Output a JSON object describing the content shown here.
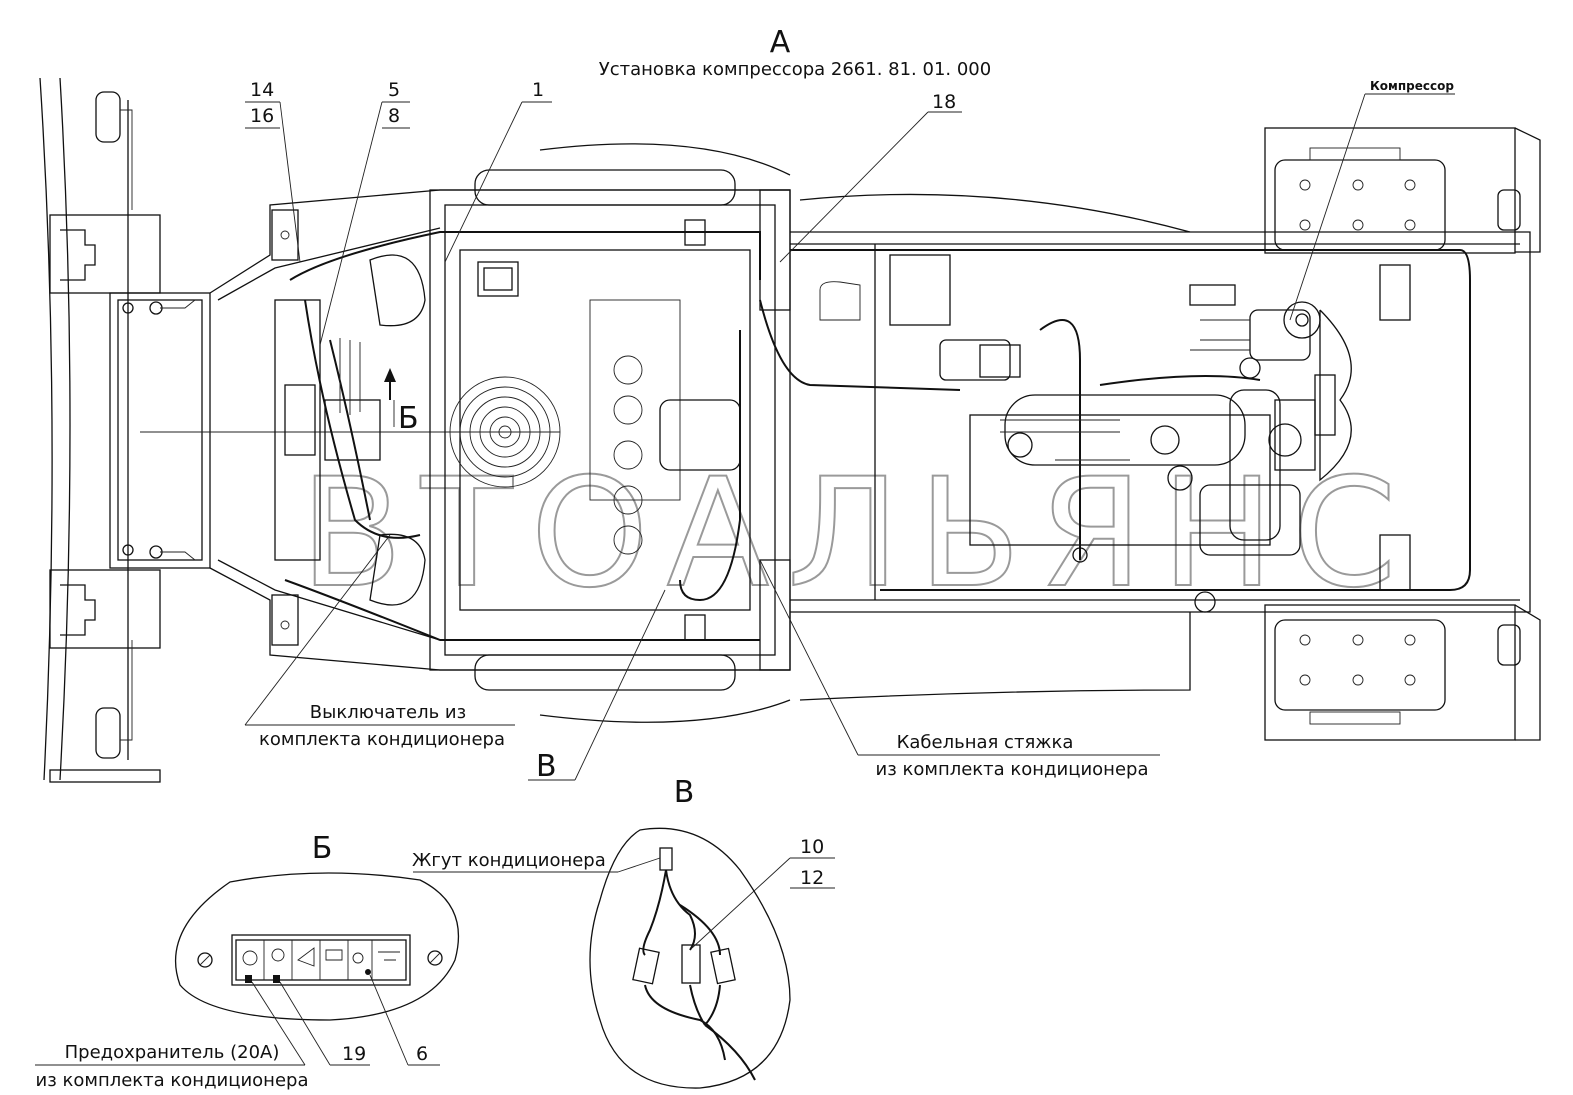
{
  "view_label": "А",
  "title": "Установка компрессора 2661. 81. 01. 000",
  "callouts": {
    "c14": "14",
    "c16": "16",
    "c5": "5",
    "c8": "8",
    "c1": "1",
    "c18": "18",
    "c10": "10",
    "c12": "12",
    "c19": "19",
    "c6": "6"
  },
  "compressor_label": "Компрессор",
  "switch_note": {
    "line1": "Выключатель из",
    "line2": "комплекта кондиционера"
  },
  "tie_note": {
    "line1": "Кабельная стяжка",
    "line2": "из комплекта кондиционера"
  },
  "view_b_marker": "Б",
  "view_v_marker": "В",
  "view_b_title": "Б",
  "view_v_title": "В",
  "harness_label": "Жгут кондиционера",
  "fuse_note": {
    "line1": "Предохранитель (20А)",
    "line2": "из комплекта кондиционера"
  },
  "watermark": "ВТОАЛЬЯНС"
}
